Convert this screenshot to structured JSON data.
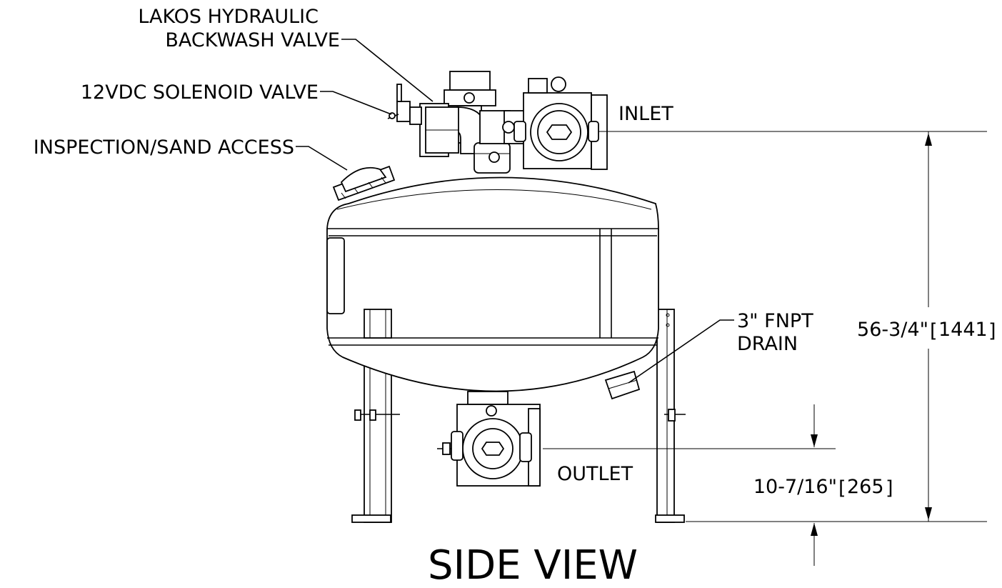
{
  "title": "SIDE VIEW",
  "callouts": {
    "backwash_valve_line1": "LAKOS HYDRAULIC",
    "backwash_valve_line2": "BACKWASH VALVE",
    "solenoid_valve": "12VDC SOLENOID VALVE",
    "inspection_access": "INSPECTION/SAND ACCESS",
    "inlet": "INLET",
    "outlet": "OUTLET",
    "drain_line1": "3\" FNPT",
    "drain_line2": "DRAIN"
  },
  "dimensions": {
    "overall_height": "56-3/4\"",
    "overall_height_metric": "1441",
    "outlet_height": "10-7/16\"",
    "outlet_height_metric": "265"
  }
}
